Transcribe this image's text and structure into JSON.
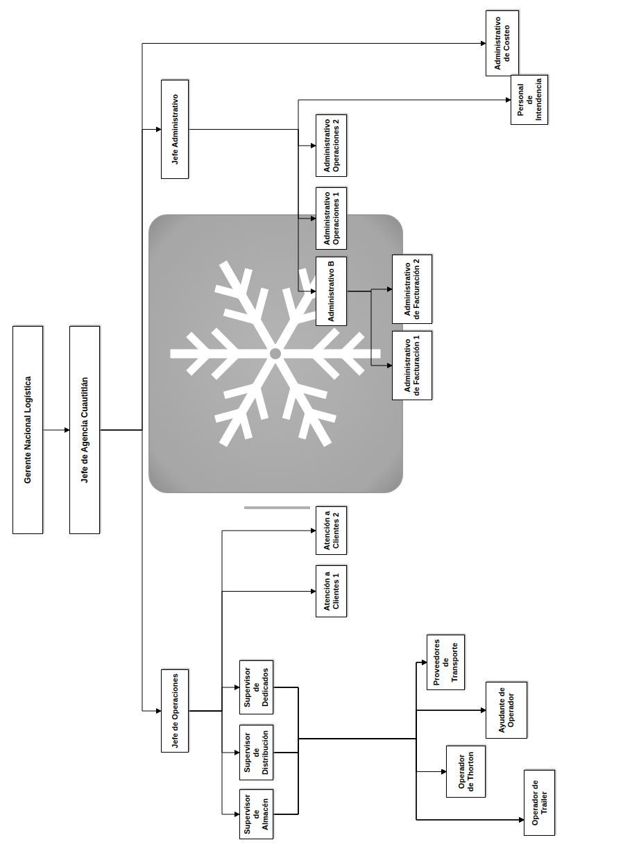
{
  "diagram": {
    "nodes": [
      {
        "text": [
          "Gerente Nacional Logística"
        ]
      },
      {
        "text": [
          "Jefe de Agencia Cuautitlán"
        ]
      },
      {
        "text": [
          "Jefe de Operaciones"
        ]
      },
      {
        "text": [
          "Jefe Administrativo"
        ]
      },
      {
        "text": [
          "Administrativo de Costeo"
        ]
      },
      {
        "text": [
          "Supervisor de Almacén"
        ]
      },
      {
        "text": [
          "Supervisor de Distribución"
        ]
      },
      {
        "text": [
          "Supervisor de Dedicados"
        ]
      },
      {
        "text": [
          "Atención a Clientes 1"
        ]
      },
      {
        "text": [
          "Atención a Clientes 2"
        ]
      },
      {
        "text": [
          "Administrativo B"
        ]
      },
      {
        "text": [
          "AdministrativoOperaciones 1"
        ]
      },
      {
        "text": [
          "Administrativo Operaciones 2"
        ]
      },
      {
        "text": [
          "Administrativo de Facturación 1"
        ]
      },
      {
        "text": [
          "Administrativo de Facturación 2"
        ]
      },
      {
        "text": [
          "Proveedores de Transporte"
        ]
      },
      {
        "text": [
          "Ayudante de Operador"
        ]
      },
      {
        "text": [
          "Operador de Thorton"
        ]
      },
      {
        "text": [
          "Operador de Trailer"
        ]
      },
      {
        "text": [
          "Personal de Intendencia"
        ]
      }
    ],
    "edges": [
      {
        "from": 0,
        "to": 1,
        "arrow": "to"
      },
      {
        "from": 1,
        "to": 2,
        "arrow": "to"
      },
      {
        "from": 1,
        "to": 3,
        "arrow": "to"
      },
      {
        "from": 1,
        "to": 4,
        "arrow": "to"
      },
      {
        "from": 2,
        "to": 5,
        "arrow": "to"
      },
      {
        "from": 2,
        "to": 6,
        "arrow": "to"
      },
      {
        "from": 2,
        "to": 7,
        "arrow": "to"
      },
      {
        "from": 2,
        "to": 8,
        "arrow": "to"
      },
      {
        "from": 2,
        "to": 9,
        "arrow": "to"
      },
      {
        "from": 3,
        "to": 10,
        "arrow": "to"
      },
      {
        "from": 3,
        "to": 11,
        "arrow": "to"
      },
      {
        "from": 3,
        "to": 12,
        "arrow": "to"
      },
      {
        "from": 3,
        "to": 19,
        "arrow": "to"
      },
      {
        "from": 10,
        "to": 13,
        "arrow": "to"
      },
      {
        "from": 10,
        "to": 14,
        "arrow": "to"
      },
      {
        "from": 5,
        "to": 15,
        "arrow": "to"
      },
      {
        "from": 5,
        "to": 16,
        "arrow": "to"
      },
      {
        "from": 5,
        "to": 17,
        "arrow": "to"
      },
      {
        "from": 5,
        "to": 18,
        "arrow": "to"
      },
      {
        "from": 6,
        "to": 15,
        "arrow": "to"
      },
      {
        "from": 6,
        "to": 16,
        "arrow": "to"
      },
      {
        "from": 6,
        "to": 17,
        "arrow": "to"
      },
      {
        "from": 6,
        "to": 18,
        "arrow": "to"
      },
      {
        "from": 7,
        "to": 15,
        "arrow": "to"
      },
      {
        "from": 7,
        "to": 16,
        "arrow": "to"
      },
      {
        "from": 7,
        "to": 17,
        "arrow": "to"
      },
      {
        "from": 7,
        "to": 18,
        "arrow": "to"
      }
    ]
  }
}
